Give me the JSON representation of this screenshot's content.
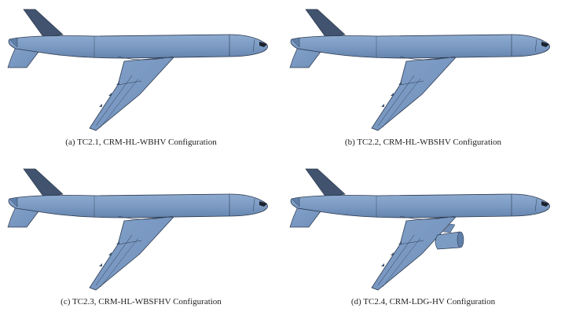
{
  "panels": [
    {
      "tag": "(a)",
      "label": "TC2.1, CRM-HL-WBHV Configuration",
      "has_nacelle": false
    },
    {
      "tag": "(b)",
      "label": "TC2.2, CRM-HL-WBSHV Configuration",
      "has_nacelle": false
    },
    {
      "tag": "(c)",
      "label": "TC2.3, CRM-HL-WBSFHV Configuration",
      "has_nacelle": false
    },
    {
      "tag": "(d)",
      "label": "TC2.4, CRM-LDG-HV Configuration",
      "has_nacelle": true
    }
  ],
  "colors": {
    "fuselage": "#7d9cc4",
    "fuselage_dark": "#5f7fa9",
    "tail": "#41536e",
    "outline": "#2c3a4f",
    "cockpit": "#1b222d"
  }
}
